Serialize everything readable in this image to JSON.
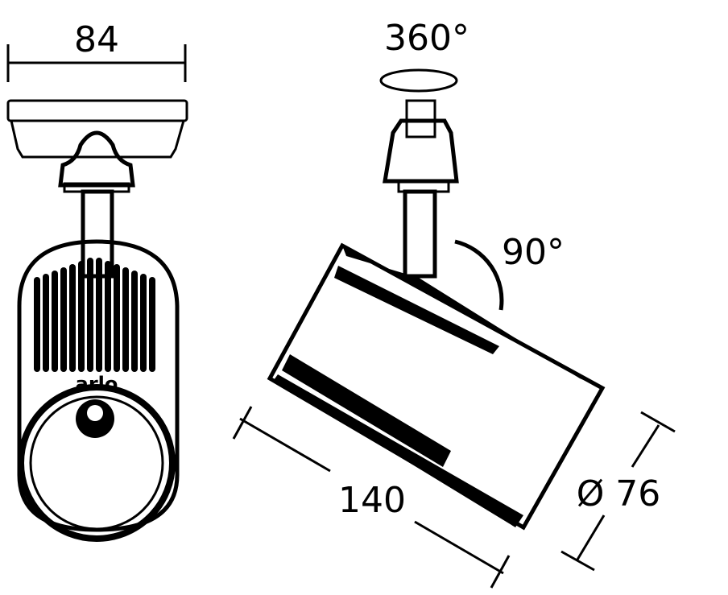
{
  "front_view": {
    "width_label": "84",
    "logo_text": "arlo"
  },
  "side_view": {
    "rotation_label": "360°",
    "tilt_label": "90°",
    "length_label": "140",
    "diameter_label": "Ø 76"
  },
  "colors": {
    "line": "#000000",
    "background": "#ffffff"
  }
}
